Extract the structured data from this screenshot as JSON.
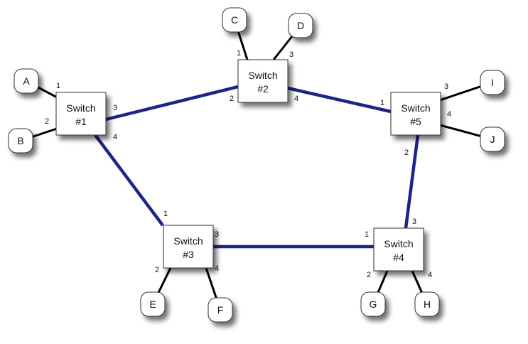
{
  "diagram": {
    "colors": {
      "trunk": "#1c2389",
      "access": "#000000",
      "box_fill": "#ffffff",
      "box_stroke": "#333333",
      "shadow": "#000000"
    },
    "switches": [
      {
        "id": "s1",
        "line1": "Switch",
        "line2": "#1"
      },
      {
        "id": "s2",
        "line1": "Switch",
        "line2": "#2"
      },
      {
        "id": "s3",
        "line1": "Switch",
        "line2": "#3"
      },
      {
        "id": "s4",
        "line1": "Switch",
        "line2": "#4"
      },
      {
        "id": "s5",
        "line1": "Switch",
        "line2": "#5"
      }
    ],
    "hosts": [
      {
        "id": "A",
        "label": "A"
      },
      {
        "id": "B",
        "label": "B"
      },
      {
        "id": "C",
        "label": "C"
      },
      {
        "id": "D",
        "label": "D"
      },
      {
        "id": "E",
        "label": "E"
      },
      {
        "id": "F",
        "label": "F"
      },
      {
        "id": "G",
        "label": "G"
      },
      {
        "id": "H",
        "label": "H"
      },
      {
        "id": "I",
        "label": "I"
      },
      {
        "id": "J",
        "label": "J"
      }
    ],
    "trunk_links": [
      {
        "from": "s1",
        "from_port": "3",
        "to": "s2",
        "to_port": "2"
      },
      {
        "from": "s2",
        "from_port": "4",
        "to": "s5",
        "to_port": "1"
      },
      {
        "from": "s5",
        "from_port": "2",
        "to": "s4",
        "to_port": "3"
      },
      {
        "from": "s4",
        "from_port": "1",
        "to": "s3",
        "to_port": "3"
      },
      {
        "from": "s3",
        "from_port": "1",
        "to": "s1",
        "to_port": "4"
      }
    ],
    "access_links": [
      {
        "switch": "s1",
        "port": "1",
        "host": "A"
      },
      {
        "switch": "s1",
        "port": "2",
        "host": "B"
      },
      {
        "switch": "s2",
        "port": "1",
        "host": "C"
      },
      {
        "switch": "s2",
        "port": "3",
        "host": "D"
      },
      {
        "switch": "s3",
        "port": "2",
        "host": "E"
      },
      {
        "switch": "s3",
        "port": "4",
        "host": "F"
      },
      {
        "switch": "s4",
        "port": "2",
        "host": "G"
      },
      {
        "switch": "s4",
        "port": "4",
        "host": "H"
      },
      {
        "switch": "s5",
        "port": "3",
        "host": "I"
      },
      {
        "switch": "s5",
        "port": "4",
        "host": "J"
      }
    ]
  }
}
